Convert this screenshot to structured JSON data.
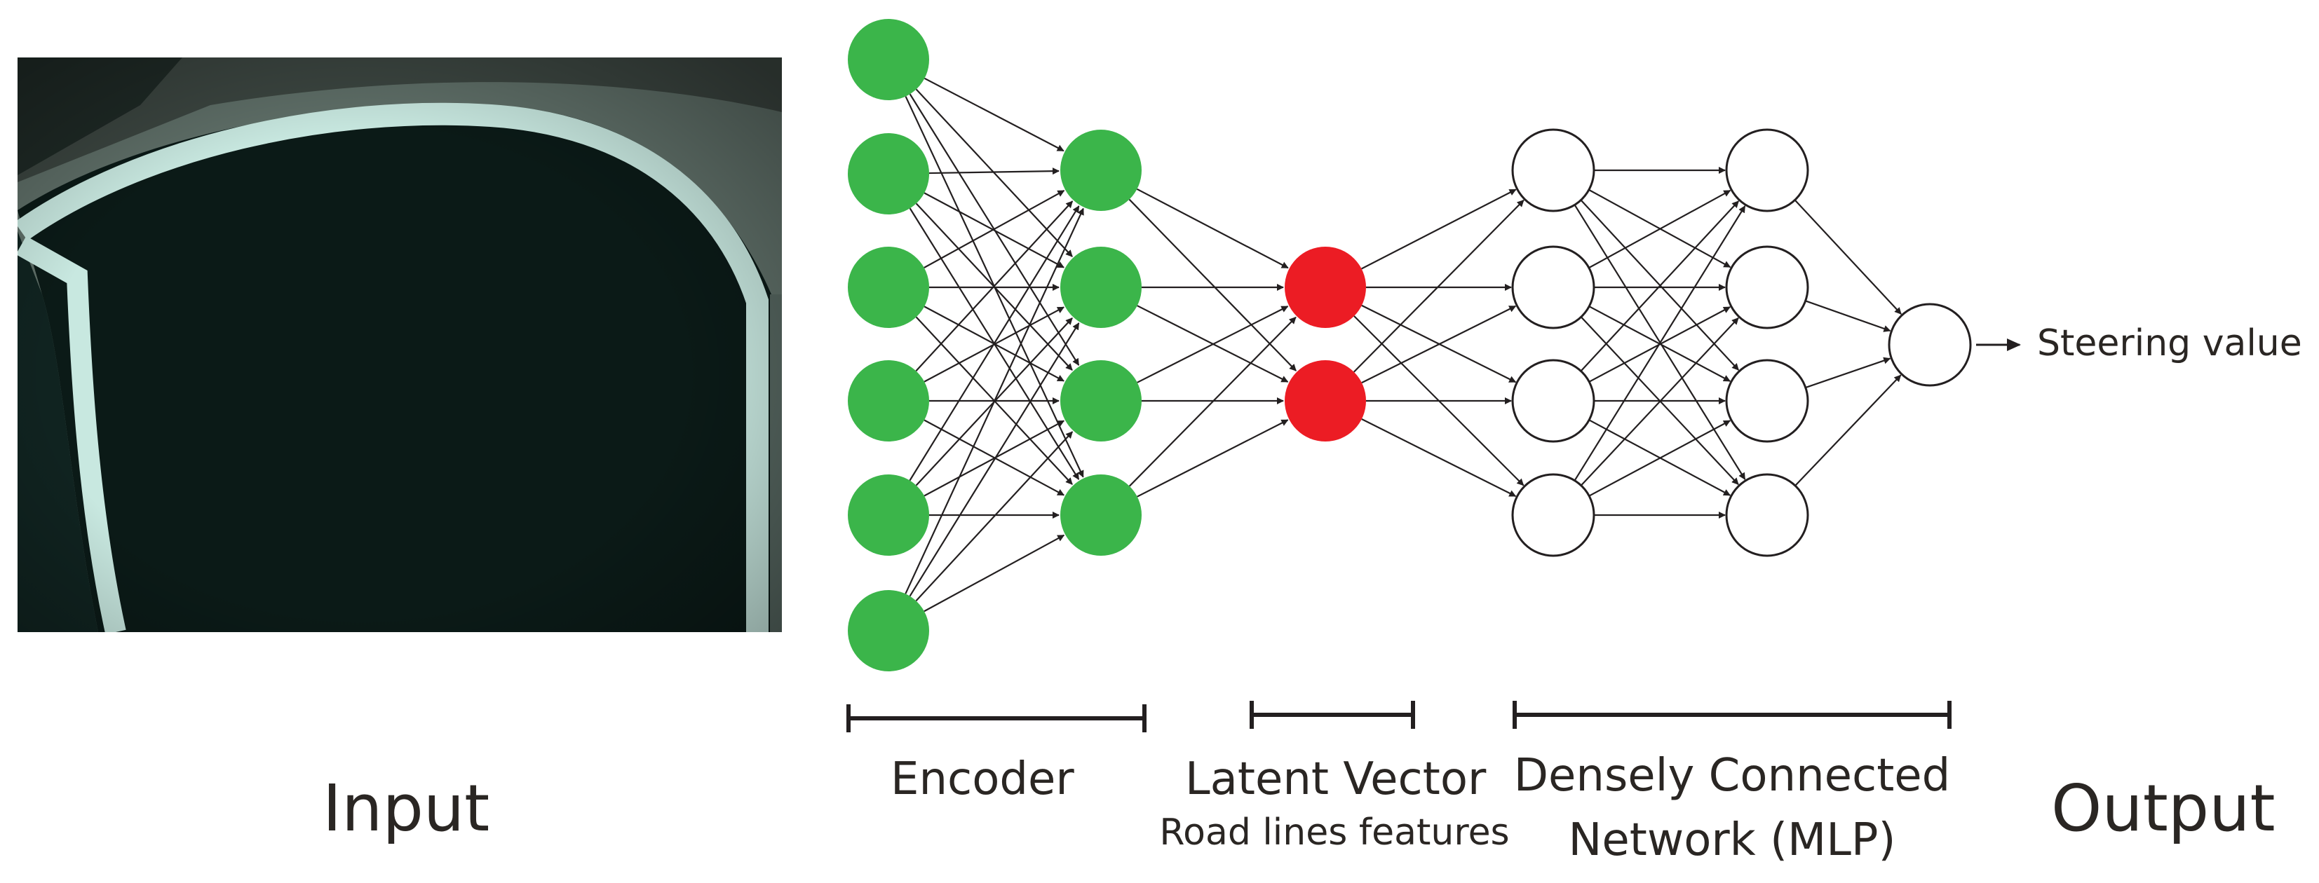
{
  "labels": {
    "input": "Input",
    "encoder": "Encoder",
    "latent_title": "Latent Vector",
    "latent_sub": "Road lines features",
    "mlp_line1": "Densely Connected",
    "mlp_line2": "Network (MLP)",
    "output": "Output",
    "steering": "Steering value"
  },
  "layers": [
    {
      "nodes": 6,
      "color": "#3bb54a"
    },
    {
      "nodes": 4,
      "color": "#3bb54a"
    },
    {
      "nodes": 2,
      "color": "#ec1c24"
    },
    {
      "nodes": 4,
      "color": "#ffffff"
    },
    {
      "nodes": 4,
      "color": "#ffffff"
    },
    {
      "nodes": 1,
      "color": "#ffffff"
    }
  ],
  "colors": {
    "encoder_node": "#3bb54a",
    "latent_node": "#ec1c24",
    "mlp_node": "#ffffff",
    "edge": "#231f20",
    "road_dark": "#0b1a17",
    "road_line": "#c8e8e0",
    "road_surface": "#6f7f78"
  },
  "image": {
    "description_icon": "road-camera-image"
  }
}
